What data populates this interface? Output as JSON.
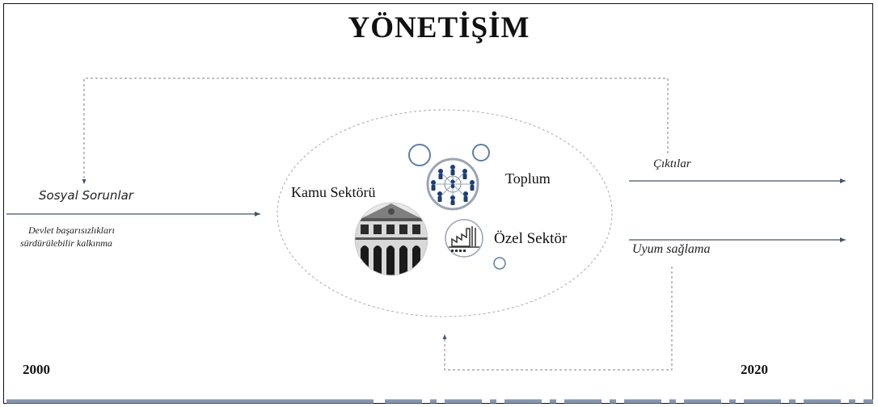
{
  "title": "YÖNETİŞİM",
  "left": {
    "problem": "Sosyal Sorunlar",
    "causes": [
      "Devlet başarısızlıkları",
      "sürdürülebilir kalkınma"
    ],
    "year": "2000"
  },
  "center": {
    "public_sector": "Kamu Sektörü",
    "society": "Toplum",
    "private_sector": "Özel Sektör"
  },
  "right": {
    "outputs": "Çıktılar",
    "adaptation": "Uyum sağlama",
    "year": "2020"
  },
  "colors": {
    "arrow": "#44546a",
    "dashed": "#7f7f7f",
    "timeline": "#8496b0",
    "icon_ring": "#5f7ea6",
    "icon_fill": "#1f3f73"
  }
}
